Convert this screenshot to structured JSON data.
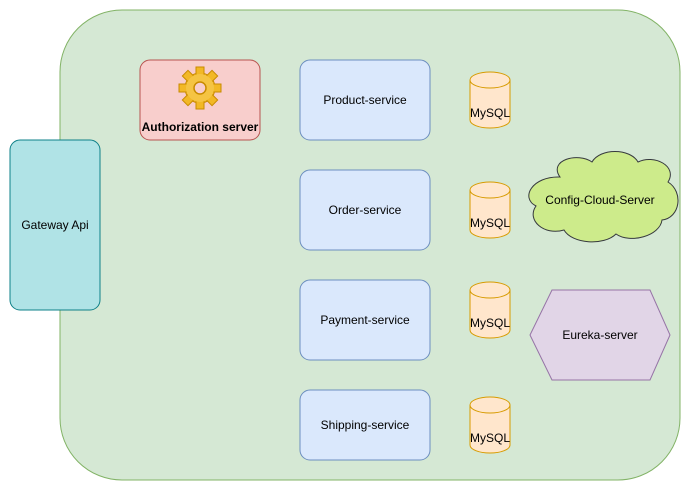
{
  "diagram": {
    "gateway": {
      "label": "Gateway  Api"
    },
    "auth_server": {
      "label": "Authorization server",
      "icon": "gear-icon"
    },
    "services": [
      {
        "label": "Product-service",
        "db_label": "MySQL"
      },
      {
        "label": "Order-service",
        "db_label": "MySQL"
      },
      {
        "label": "Payment-service",
        "db_label": "MySQL"
      },
      {
        "label": "Shipping-service",
        "db_label": "MySQL"
      }
    ],
    "config_server": {
      "label": "Config-Cloud-Server"
    },
    "eureka_server": {
      "label": "Eureka-server"
    }
  },
  "colors": {
    "container_fill": "#d5e8d4",
    "container_stroke": "#82b366",
    "gateway_fill": "#b0e3e6",
    "gateway_stroke": "#0e8088",
    "auth_fill": "#f8cecc",
    "auth_stroke": "#b85450",
    "service_fill": "#dae8fc",
    "service_stroke": "#6c8ebf",
    "db_fill": "#ffe6cc",
    "db_stroke": "#d79b00",
    "cloud_fill": "#cdeb8b",
    "cloud_stroke": "#36393d",
    "eureka_fill": "#e1d5e7",
    "eureka_stroke": "#9673a6"
  }
}
